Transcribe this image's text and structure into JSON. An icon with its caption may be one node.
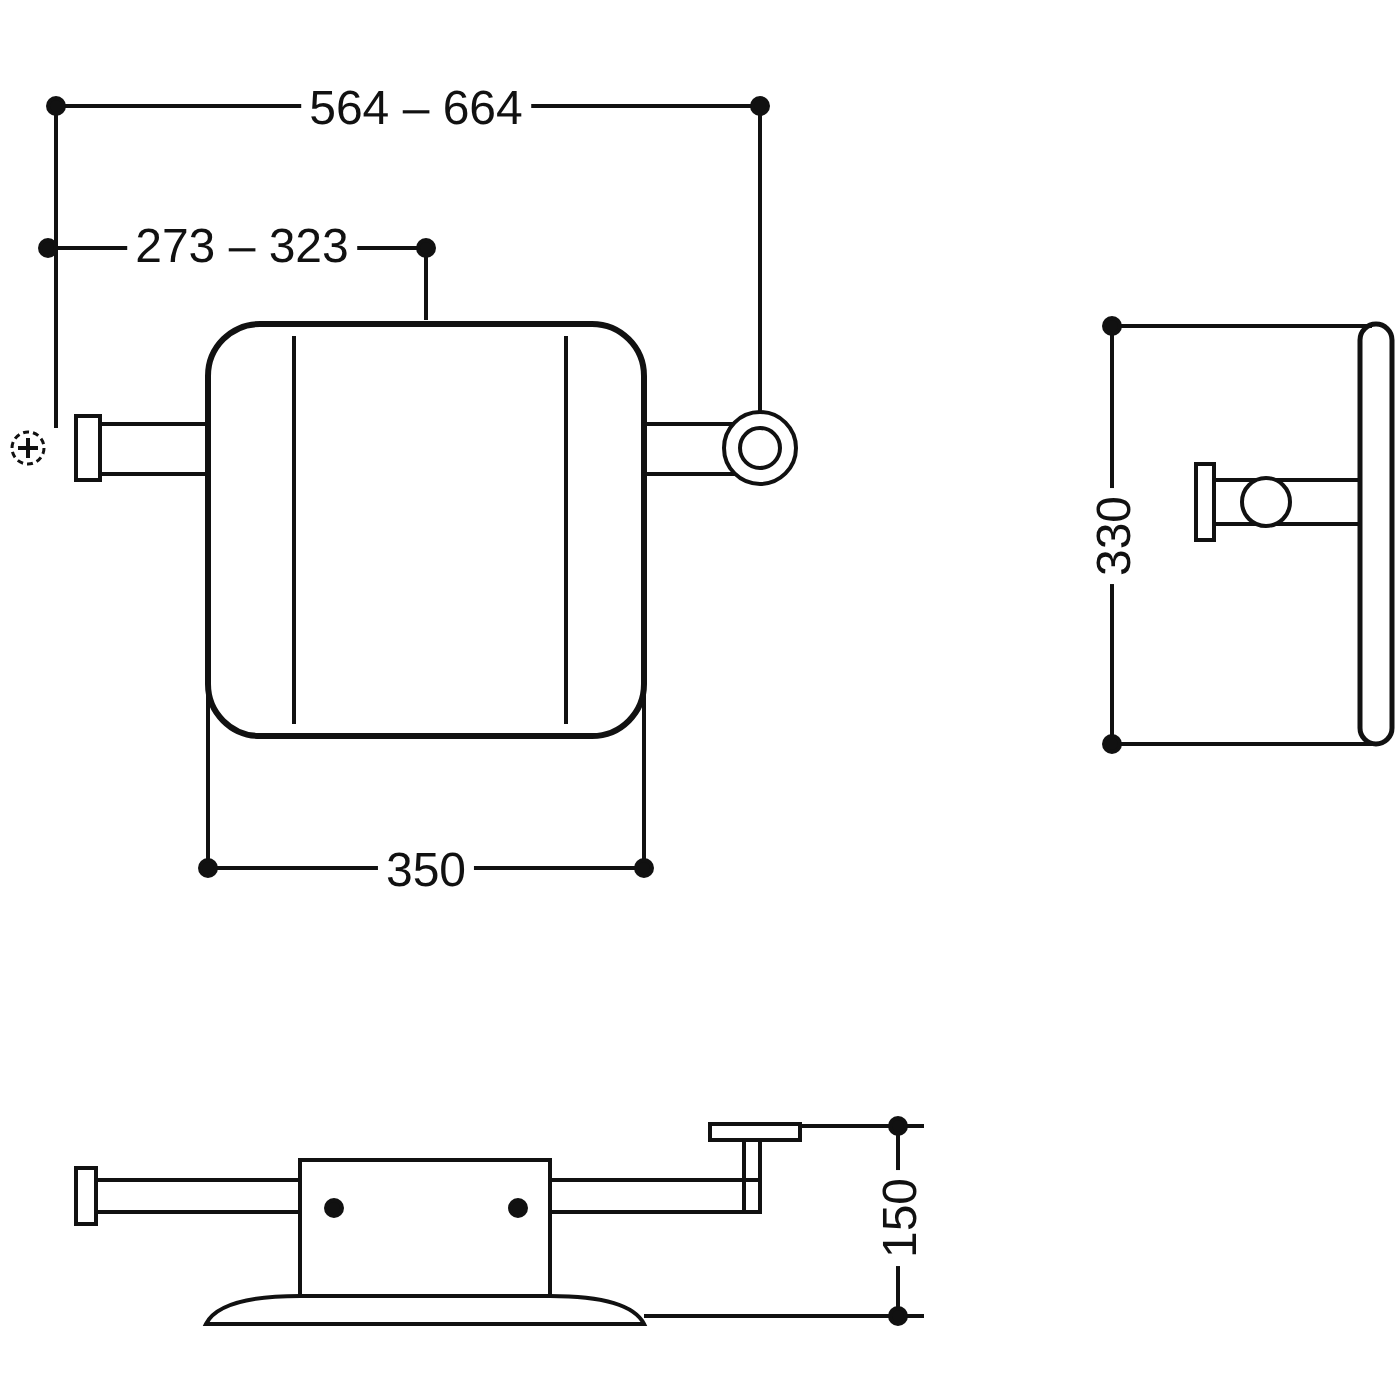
{
  "diagram": {
    "labels": [
      "564 – 664",
      "273 – 323",
      "350",
      "330",
      "150"
    ]
  }
}
